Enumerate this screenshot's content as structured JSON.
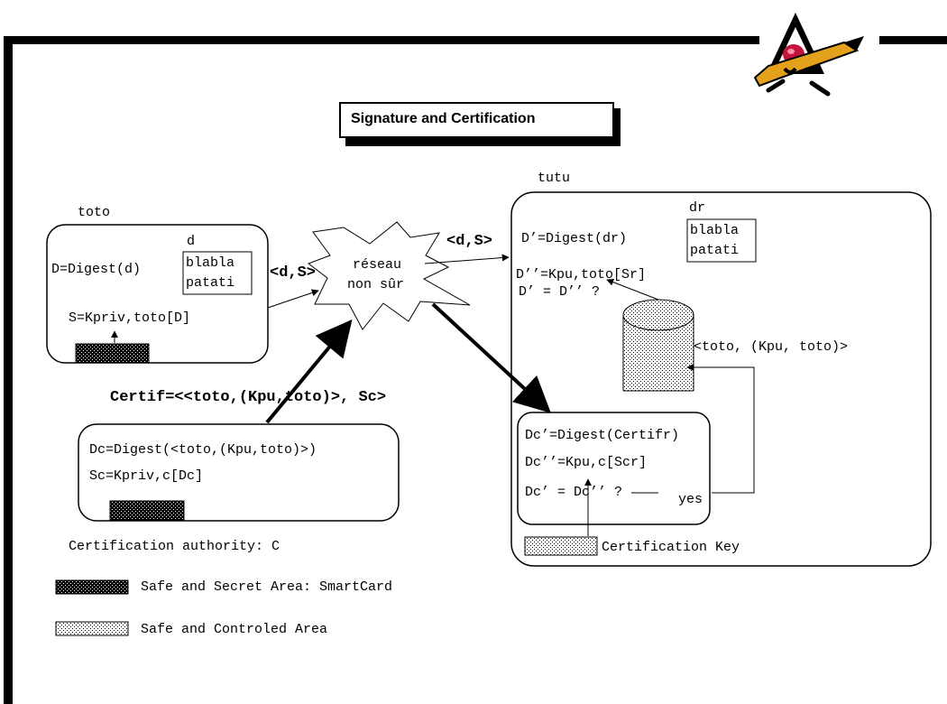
{
  "title": "Signature and Certification",
  "toto": {
    "name": "toto",
    "doc_label": "d",
    "doc_lines": [
      "blabla",
      "patati"
    ],
    "digest": "D=Digest(d)",
    "sign": "S=Kpriv,toto[D]"
  },
  "message_left": "<d,S>",
  "message_right": "<d,S>",
  "network": {
    "line1": "réseau",
    "line2": "non sûr"
  },
  "tutu": {
    "name": "tutu",
    "doc_label": "dr",
    "doc_lines": [
      "blabla",
      "patati"
    ],
    "digest": "D’=Digest(dr)",
    "verify": "D’’=Kpu,toto[Sr]",
    "compare": "D’ = D’’ ?",
    "db_entry": "<toto, (Kpu, toto)>",
    "cert_digest": "Dc’=Digest(Certifr)",
    "cert_verify": "Dc’’=Kpu,c[Scr]",
    "cert_compare": "Dc’ = Dc’’ ?",
    "yes": "yes",
    "cert_key": "Certification Key"
  },
  "certif": "Certif=<<toto,(Kpu,toto)>, Sc>",
  "ca": {
    "digest": "Dc=Digest(<toto,(Kpu,toto)>)",
    "sign": "Sc=Kpriv,c[Dc]",
    "label": "Certification authority: C"
  },
  "legend": {
    "smartcard": "Safe and Secret Area: SmartCard",
    "controlled": "Safe and Controled Area"
  },
  "colors": {
    "ink": "#000000",
    "background": "#ffffff"
  }
}
